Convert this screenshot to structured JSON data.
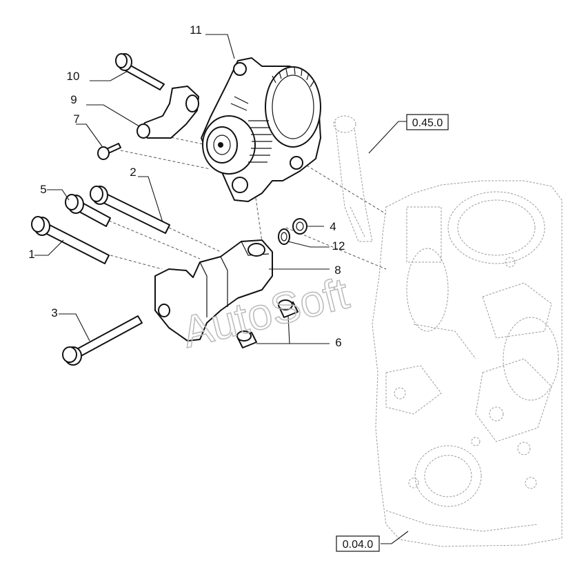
{
  "watermark": "AutoSoft",
  "references": {
    "upper": "0.45.0",
    "lower": "0.04.0"
  },
  "callouts": {
    "c1": "1",
    "c2": "2",
    "c3": "3",
    "c4": "4",
    "c5": "5",
    "c6": "6",
    "c7": "7",
    "c8": "8",
    "c9": "9",
    "c10": "10",
    "c11": "11",
    "c12": "12"
  }
}
